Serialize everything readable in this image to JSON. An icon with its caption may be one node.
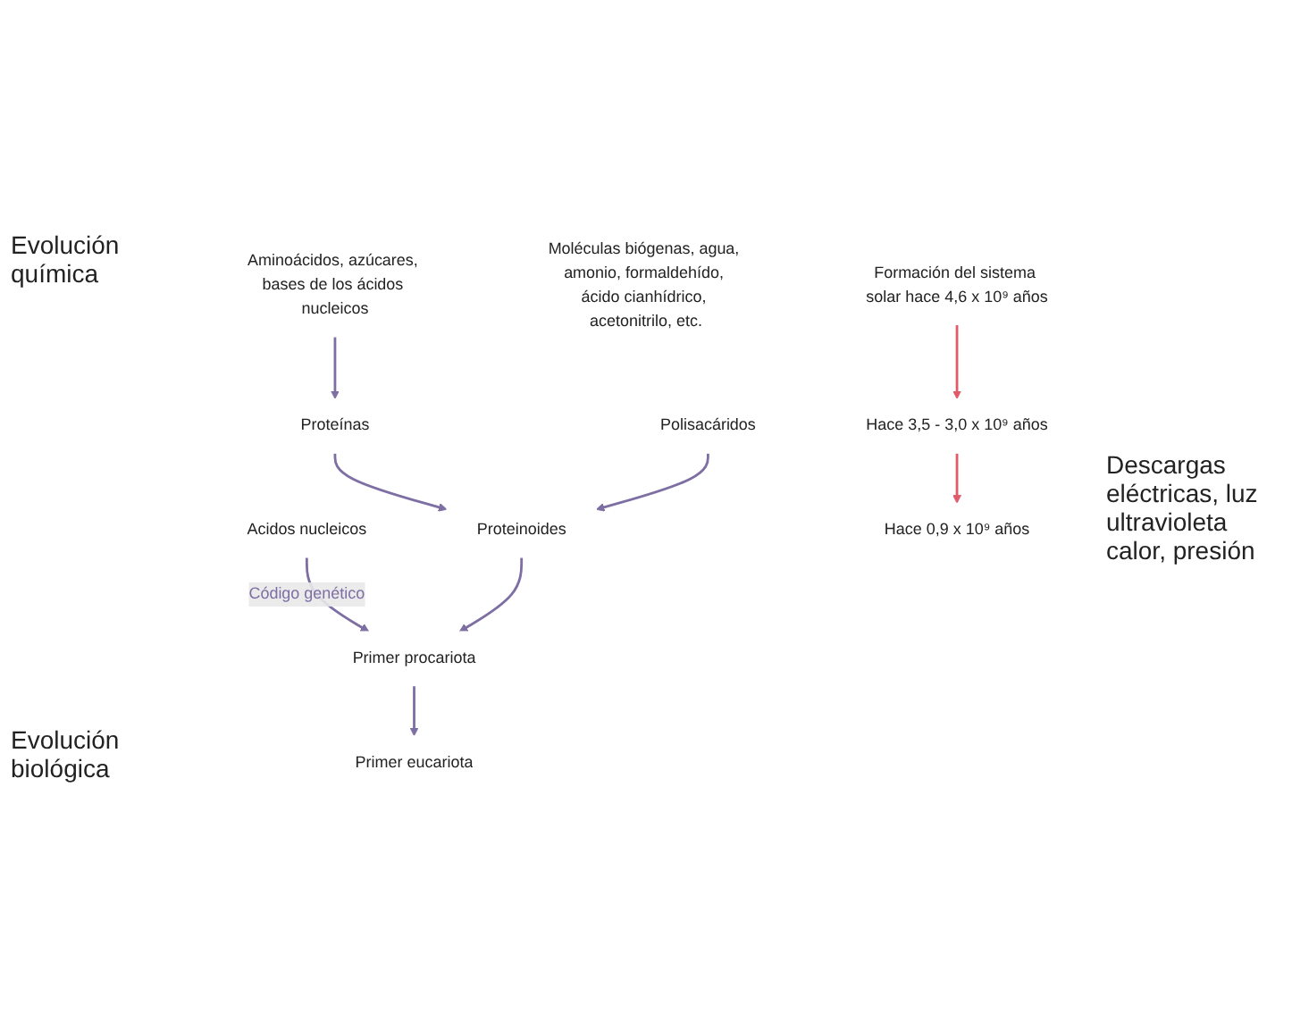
{
  "diagram": {
    "nodes": [
      {
        "text": [
          "Formación del sistema solar hace 4,6 x 10⁹ años"
        ]
      },
      {
        "text": [
          "Moléculas biógenas, agua, amonio, formaldehído, ácido cianhídrico, acetonitrilo, etc."
        ]
      },
      {
        "text": [
          "Aminoácidos, azúcares, bases de los ácidos nucleicos"
        ]
      },
      {
        "text": [
          "Proteínas"
        ]
      },
      {
        "text": [
          "Polisacáridos"
        ]
      },
      {
        "text": [
          "Acidos nucleicos"
        ]
      },
      {
        "text": [
          "Proteinoides"
        ]
      },
      {
        "text": [
          "Primer procariota"
        ]
      },
      {
        "text": [
          "Primer eucariota"
        ]
      },
      {
        "text": [
          "Hace 3,5 - 3,0 x 10⁹ años"
        ]
      },
      {
        "text": [
          "Hace 0,9 x 10⁹ años"
        ]
      }
    ],
    "edges": [
      {
        "from": 2,
        "to": 3,
        "arrow": "to"
      },
      {
        "from": 3,
        "to": 6,
        "arrow": "to"
      },
      {
        "from": 4,
        "to": 6,
        "arrow": "to"
      },
      {
        "from": 5,
        "to": 7,
        "arrow": "to",
        "label": "Código genético"
      },
      {
        "from": 6,
        "to": 7,
        "arrow": "to"
      },
      {
        "from": 7,
        "to": 8,
        "arrow": "to"
      },
      {
        "from": 0,
        "to": 9,
        "arrow": "to",
        "color": "#e05a6a"
      },
      {
        "from": 9,
        "to": 10,
        "arrow": "to",
        "color": "#e05a6a"
      }
    ],
    "labels": [
      "Evolución química",
      "Descargas eléctricas, luz ultravioleta calor, presión",
      "Evolución biológica"
    ]
  }
}
